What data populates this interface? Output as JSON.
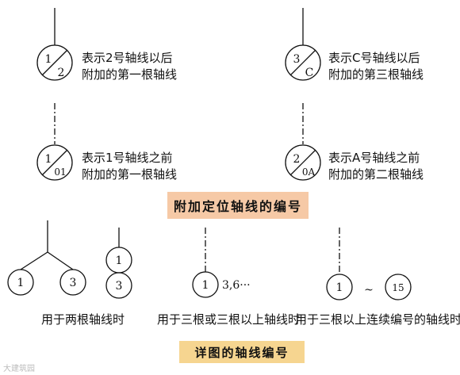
{
  "top_left_1": {
    "num": "1",
    "den": "2",
    "line1": "表示2号轴线以后",
    "line2": "附加的第一根轴线"
  },
  "top_right_1": {
    "num": "3",
    "den": "C",
    "line1": "表示C号轴线以后",
    "line2": "附加的第三根轴线"
  },
  "top_left_2": {
    "num": "1",
    "den": "01",
    "line1": "表示1号轴线之前",
    "line2": "附加的第一根轴线"
  },
  "top_right_2": {
    "num": "2",
    "den": "0A",
    "line1": "表示A号轴线之前",
    "line2": "附加的第二根轴线"
  },
  "caption_additional": "附加定位轴线的编号",
  "detail": {
    "two_axes": {
      "left": "1",
      "right": "3",
      "stack_top": "1",
      "stack_bottom": "3",
      "label": "用于两根轴线时"
    },
    "three_or_more": {
      "circle": "1",
      "list": "3,6···",
      "label": "用于三根或三根以上轴线时"
    },
    "continuous": {
      "start": "1",
      "end": "15",
      "connector": "~",
      "label": "用于三根以上连续编号的轴线时"
    }
  },
  "caption_detail": "详图的轴线编号",
  "watermark": "大建筑园"
}
